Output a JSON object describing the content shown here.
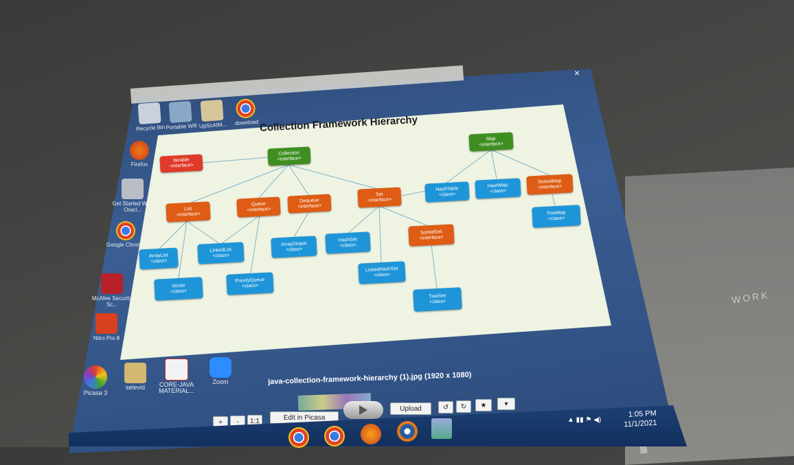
{
  "desktop": {
    "icons": [
      {
        "label": "Recycle Bin",
        "icon": "recycle-bin-icon"
      },
      {
        "label": "Portable Wifi",
        "icon": "wifi-app-icon"
      },
      {
        "label": "UpScAIM...",
        "icon": "folder-icon"
      },
      {
        "label": "download",
        "icon": "chrome-icon"
      },
      {
        "label": "Firefox",
        "icon": "firefox-icon"
      },
      {
        "label": "Get Started With Oracl...",
        "icon": "oracle-db-icon"
      },
      {
        "label": "Google Chrome",
        "icon": "chrome-icon"
      },
      {
        "label": "McAfee Security Sc...",
        "icon": "mcafee-icon"
      },
      {
        "label": "Nitro Pro 8",
        "icon": "nitro-icon"
      },
      {
        "label": "Picasa 3",
        "icon": "picasa-icon"
      },
      {
        "label": "selevid",
        "icon": "folder-icon"
      },
      {
        "label": "CORE-JAVA MATERIAL...",
        "icon": "pdf-icon"
      },
      {
        "label": "Zoom",
        "icon": "zoom-icon"
      }
    ]
  },
  "viewer": {
    "caption": "java-collection-framework-hierarchy (1).jpg (1920 x 1080)",
    "close_label": "×",
    "buttons": {
      "zoom_in": "+",
      "zoom_out": "-",
      "actual_size": "1:1",
      "edit": "Edit in Picasa",
      "upload": "Upload",
      "rotate_left": "↺",
      "rotate_right": "↻",
      "star": "★",
      "more": "▾"
    }
  },
  "slide": {
    "title": "Collection Framework Hierarchy",
    "nodes": {
      "iterable": {
        "name": "Iterable",
        "kind": "<interface>"
      },
      "collection": {
        "name": "Collection",
        "kind": "<interface>"
      },
      "map": {
        "name": "Map",
        "kind": "<interface>"
      },
      "list": {
        "name": "List",
        "kind": "<interface>"
      },
      "queue": {
        "name": "Queue",
        "kind": "<interface>"
      },
      "dequeue": {
        "name": "Dequeue",
        "kind": "<interface>"
      },
      "set": {
        "name": "Set",
        "kind": "<interface>"
      },
      "hashtable": {
        "name": "HashTable",
        "kind": "<class>"
      },
      "hashmap": {
        "name": "HashMap",
        "kind": "<class>"
      },
      "sortedmap": {
        "name": "SortedMap",
        "kind": "<interface>"
      },
      "treemap": {
        "name": "TreeMap",
        "kind": "<class>"
      },
      "arraylist": {
        "name": "ArrayList",
        "kind": "<class>"
      },
      "linkedlist": {
        "name": "LinkedList",
        "kind": "<class>"
      },
      "arraydeque": {
        "name": "ArrayDeque",
        "kind": "<class>"
      },
      "hashset": {
        "name": "HashSet",
        "kind": "<class>"
      },
      "sortedset": {
        "name": "SortedSet",
        "kind": "<interface>"
      },
      "vector": {
        "name": "Vector",
        "kind": "<class>"
      },
      "priorityqueue": {
        "name": "PriorityQueue",
        "kind": "<class>"
      },
      "linkedhashset": {
        "name": "LinkedHashSet",
        "kind": "<class>"
      },
      "treeset": {
        "name": "TreeSet",
        "kind": "<class>"
      }
    }
  },
  "taskbar": {
    "time": "1:05 PM",
    "date": "11/1/2021"
  },
  "wall": {
    "chalk_text": "WORK"
  },
  "colors": {
    "interface_root": "#e03a2a",
    "collection": "#3f8e22",
    "interface": "#de5c14",
    "class": "#1e95d8"
  }
}
